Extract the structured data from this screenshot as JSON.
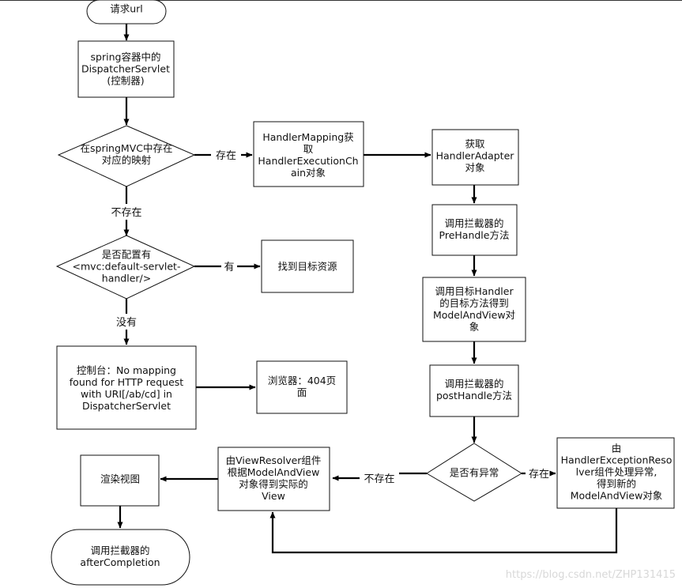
{
  "nodes": {
    "request_url": "请求url",
    "dispatcher_servlet": [
      "spring容器中的",
      "DispatcherServlet",
      "(控制器)"
    ],
    "mapping_exists": [
      "在springMVC中存在",
      "对应的映射"
    ],
    "default_servlet_handler": [
      "是否配置有",
      "<mvc:default-servlet-",
      "handler/>"
    ],
    "find_target_resource": "找到目标资源",
    "console_message": [
      "控制台：No mapping",
      "found for HTTP request",
      "with URI[/ab/cd] in",
      "DispatcherServlet"
    ],
    "browser_404": [
      "浏览器：404页",
      "面"
    ],
    "get_handler_execution_chain": [
      "HandlerMapping获",
      "取",
      "HandlerExecutionCh",
      "ain对象"
    ],
    "get_handler_adapter": [
      "获取",
      "HandlerAdapter",
      "对象"
    ],
    "interceptor_prehandle": [
      "调用拦截器的",
      "PreHandle方法"
    ],
    "invoke_target_handler": [
      "调用目标Handler",
      "的目标方法得到",
      "ModelAndView对",
      "象"
    ],
    "interceptor_posthandle": [
      "调用拦截器的",
      "postHandle方法"
    ],
    "has_exception": "是否有异常",
    "handler_exception_resolver": [
      "由",
      "HandlerExceptionReso",
      "lver组件处理异常,",
      "得到新的",
      "ModelAndView对象"
    ],
    "view_resolver": [
      "由ViewResolver组件",
      "根据ModelAndView",
      "对象得到实际的",
      "View"
    ],
    "render_view": "渲染视图",
    "after_completion": [
      "调用拦截器的",
      "afterCompletion"
    ]
  },
  "edge_labels": {
    "mapping_exists_yes": "存在",
    "mapping_exists_no": "不存在",
    "default_handler_yes": "有",
    "default_handler_no": "没有",
    "exception_yes": "存在",
    "exception_no": "不存在"
  },
  "watermark": "https://blog.csdn.net/ZHP131415",
  "colors": {
    "node_fill": "#ffffff",
    "node_stroke": "#111111",
    "connector": "#000000",
    "text": "#111111",
    "watermark": "#d8d8d8"
  }
}
